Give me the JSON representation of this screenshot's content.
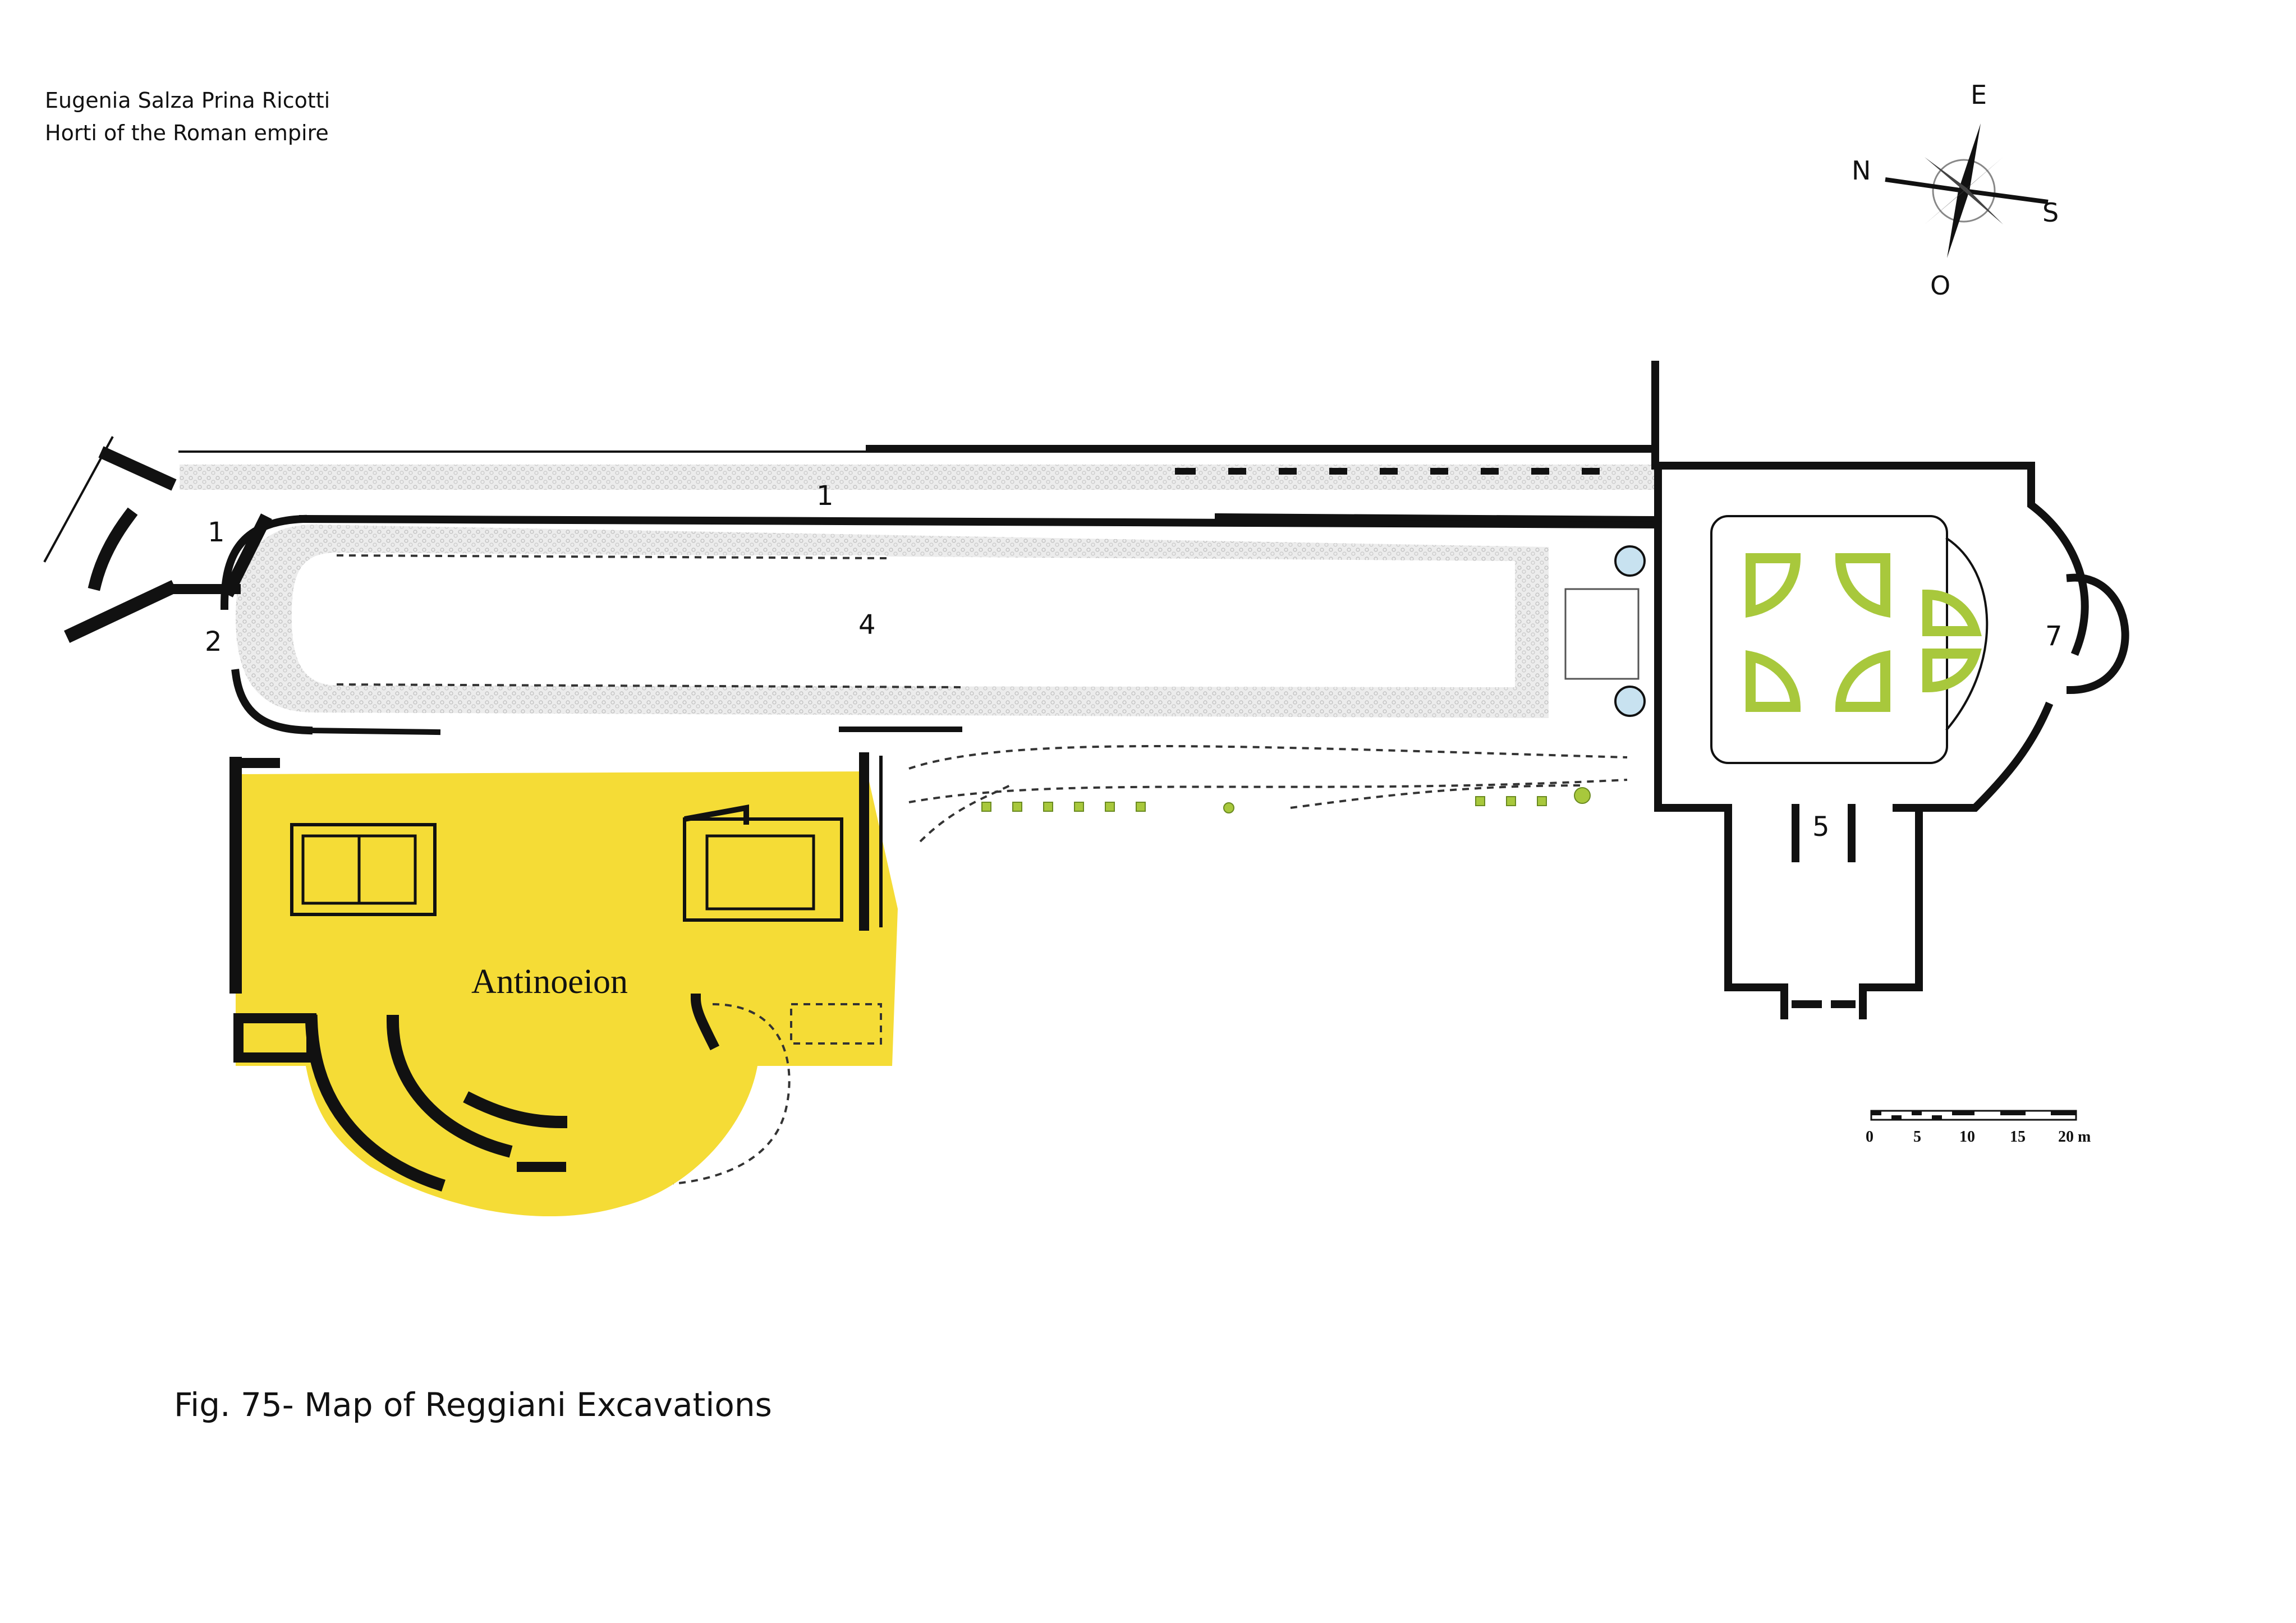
{
  "header": {
    "author": "Eugenia Salza Prina Ricotti",
    "book": "Horti of the Roman empire"
  },
  "caption": "Fig. 75- Map of  Reggiani Excavations",
  "compass": {
    "north": "N",
    "south": "S",
    "east": "E",
    "west": "O"
  },
  "labels": {
    "l1a": "1",
    "l1b": "1",
    "l2": "2",
    "l4": "4",
    "l5": "5",
    "l7": "7",
    "antinoeion": "Antinoeion"
  },
  "scale": {
    "ticks": [
      "0",
      "5",
      "10",
      "15",
      "20 m"
    ]
  },
  "colors": {
    "antinoeion_fill": "#f5dc36",
    "garden_beds": "#a8c83c",
    "walls": "#111111",
    "gravel": "#d9d9d9"
  }
}
